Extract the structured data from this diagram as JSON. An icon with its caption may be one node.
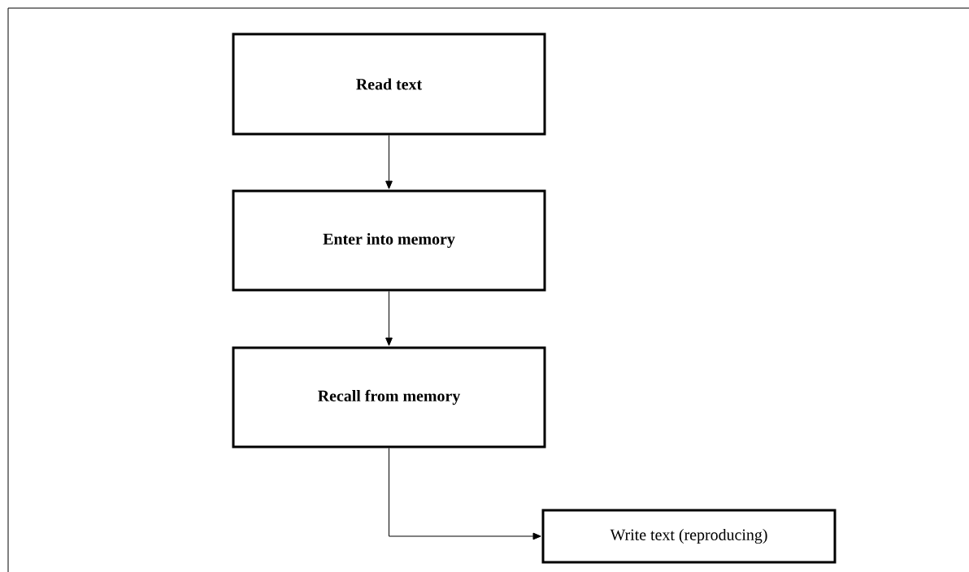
{
  "diagram": {
    "nodes": [
      {
        "text": [
          "Read text"
        ]
      },
      {
        "text": [
          "Enter into memory"
        ]
      },
      {
        "text": [
          "Recall from memory"
        ]
      },
      {
        "text": [
          "Write text (reproducing)"
        ]
      }
    ],
    "edges": [
      {
        "from": 0,
        "to": 1,
        "arrow": "to"
      },
      {
        "from": 1,
        "to": 2,
        "arrow": "to"
      },
      {
        "from": 2,
        "to": 3,
        "arrow": "to"
      }
    ]
  }
}
